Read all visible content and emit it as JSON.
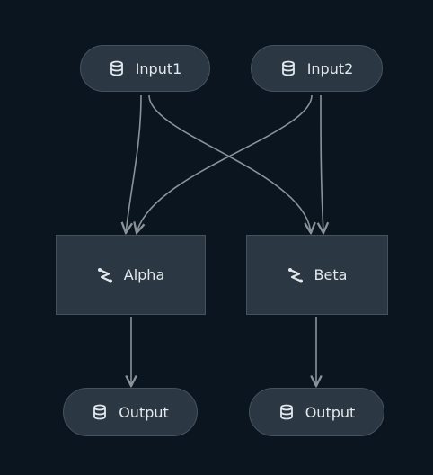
{
  "colors": {
    "background": "#0b1520",
    "node_fill": "#2b3843",
    "node_border": "#44525e",
    "edge": "#8b9299",
    "text": "#e3e8ec"
  },
  "nodes": {
    "input1": {
      "label": "Input1",
      "icon": "database-icon"
    },
    "input2": {
      "label": "Input2",
      "icon": "database-icon"
    },
    "alpha": {
      "label": "Alpha",
      "icon": "transform-icon"
    },
    "beta": {
      "label": "Beta",
      "icon": "transform-icon"
    },
    "output1": {
      "label": "Output",
      "icon": "database-icon"
    },
    "output2": {
      "label": "Output",
      "icon": "database-icon"
    }
  },
  "edges": [
    {
      "from": "input1",
      "to": "alpha"
    },
    {
      "from": "input1",
      "to": "beta"
    },
    {
      "from": "input2",
      "to": "alpha"
    },
    {
      "from": "input2",
      "to": "beta"
    },
    {
      "from": "alpha",
      "to": "output1"
    },
    {
      "from": "beta",
      "to": "output2"
    }
  ]
}
